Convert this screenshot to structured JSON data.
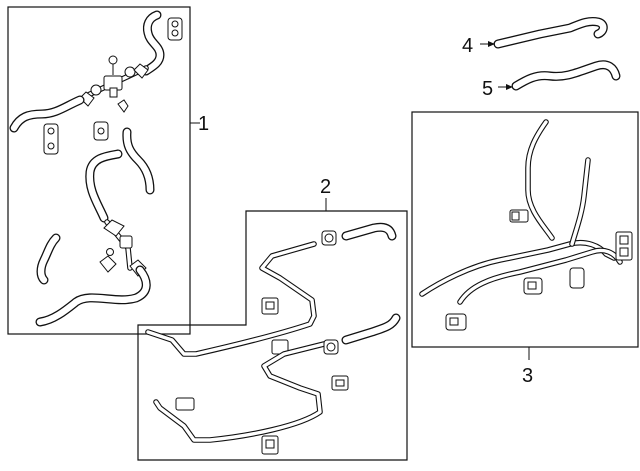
{
  "diagram": {
    "callouts": [
      "1",
      "2",
      "3",
      "4",
      "5"
    ]
  }
}
